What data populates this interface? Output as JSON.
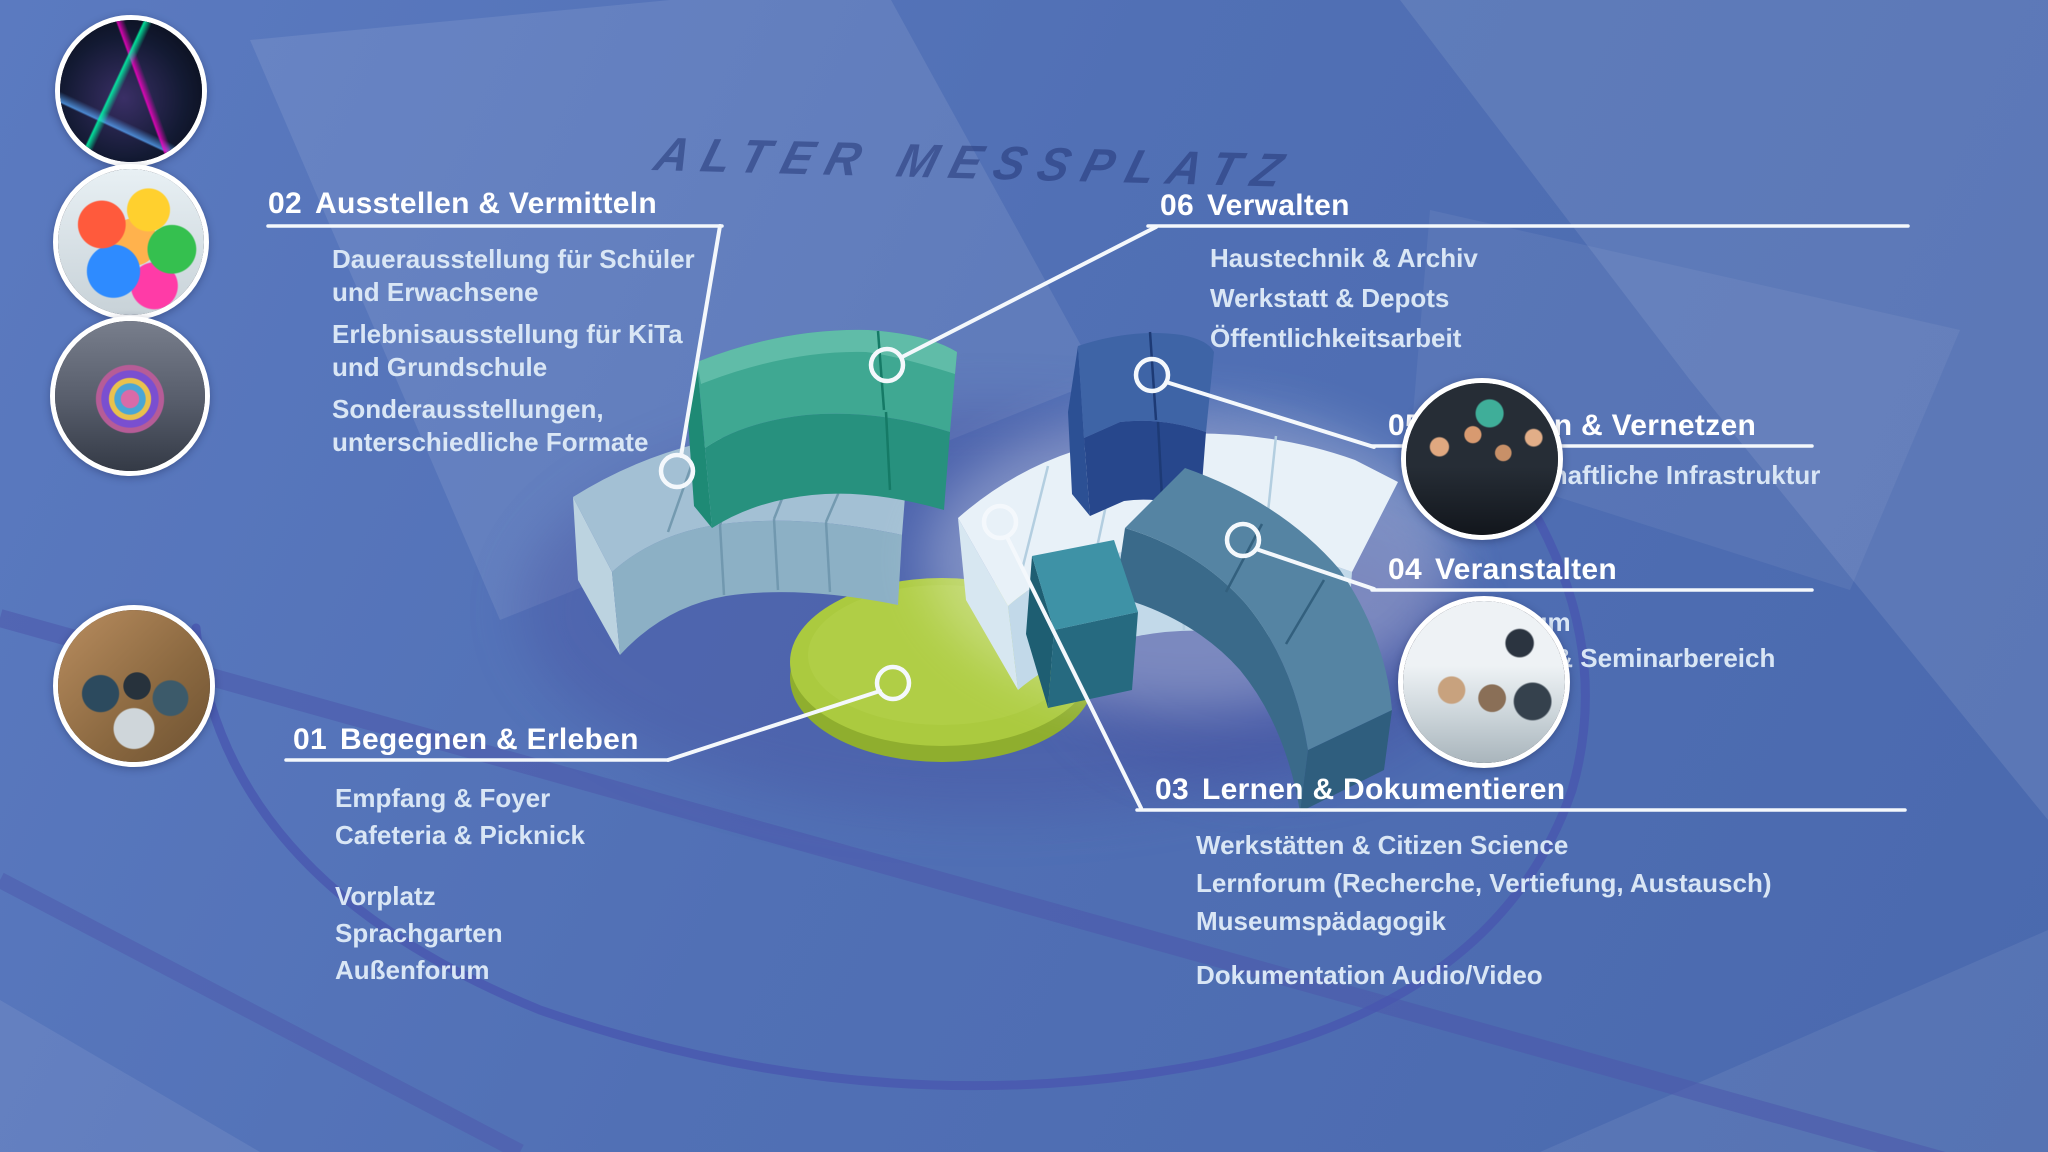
{
  "watermark": "ALTER MESSPLATZ",
  "sections": [
    {
      "number": "01",
      "title": "Begegnen & Erleben",
      "items": [
        "Empfang & Foyer",
        "Cafeteria & Picknick",
        "Vorplatz",
        "Sprachgarten",
        "Außenforum"
      ]
    },
    {
      "number": "02",
      "title": "Ausstellen & Vermitteln",
      "items": [
        "Dauerausstellung für Schüler und Erwachsene",
        "Erlebnisausstellung für KiTa und Grundschule",
        "Sonderausstellungen, unterschiedliche Formate"
      ]
    },
    {
      "number": "03",
      "title": "Lernen & Dokumentieren",
      "items": [
        "Werkstätten & Citizen Science",
        "Lernforum (Recherche, Vertiefung, Austausch)",
        "Museumspädagogik",
        "Dokumentation Audio/Video"
      ]
    },
    {
      "number": "04",
      "title": "Veranstalten",
      "items": [
        "Auditorium",
        "Tagungs- & Seminarbereich"
      ]
    },
    {
      "number": "05",
      "title": "Forschen & Vernetzen",
      "items": [
        "Wissenschaftliche Infrastruktur"
      ]
    },
    {
      "number": "06",
      "title": "Verwalten",
      "items": [
        "Haustechnik & Archiv",
        "Werkstatt & Depots",
        "Öffentlichkeitsarbeit"
      ]
    }
  ],
  "building": {
    "background_color": "#5170b5",
    "blocks": [
      {
        "section": "01",
        "shape": "green-circular-plaza",
        "color": "#abca3f"
      },
      {
        "section": "02",
        "shape": "arc-block-5-segments",
        "color": "#9dbcd1"
      },
      {
        "section": "03",
        "shape": "arc-block-5-segments",
        "color": "#e6f0f7"
      },
      {
        "section": "04",
        "shape": "arc-block-3-segments",
        "color": "#5584a3"
      },
      {
        "section": "05",
        "shape": "block-2-segments",
        "color": "#3e64a6"
      },
      {
        "section": "06",
        "shape": "arc-block-2-segments",
        "color": "#3fa892"
      }
    ]
  },
  "photos": [
    {
      "name": "neon-light-installation"
    },
    {
      "name": "child-painted-hands"
    },
    {
      "name": "photo-sphere-exhibit"
    },
    {
      "name": "students-with-laptop"
    },
    {
      "name": "event-audience"
    },
    {
      "name": "workshop-crowd"
    }
  ]
}
